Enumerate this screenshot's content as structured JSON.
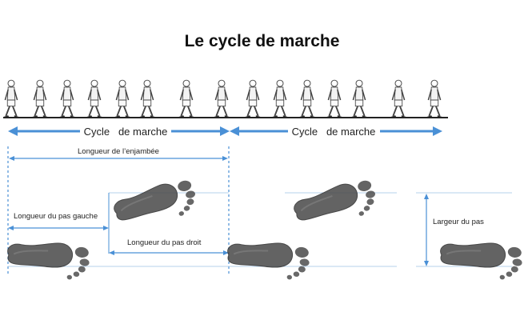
{
  "title": "Le cycle de marche",
  "colors": {
    "arrow": "#4a90d6",
    "guide": "#9cc0e4",
    "ground": "#222222",
    "footprint": "#4e4e4e",
    "text": "#222222"
  },
  "walkers": {
    "icon": "walking-person-icon",
    "count_per_cycle": 8,
    "cycles": 2
  },
  "cycles": [
    {
      "label": "Cycle   de marche"
    },
    {
      "label": "Cycle   de marche"
    }
  ],
  "measurements": {
    "stride_length": "Longueur de l’enjambée",
    "left_step_length": "Longueur du pas gauche",
    "right_step_length": "Longueur du pas droit",
    "step_width": "Largeur du pas"
  },
  "footprints": {
    "icon": "footprint-icon",
    "count": 5
  }
}
